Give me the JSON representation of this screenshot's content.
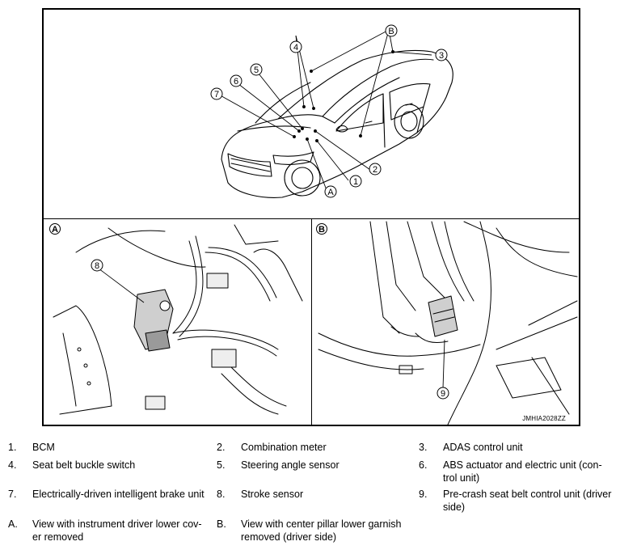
{
  "figure": {
    "code": "JMHIA2028ZZ",
    "panel_a_label": "A",
    "panel_b_label": "B",
    "callouts": {
      "one": "1",
      "two": "2",
      "three": "3",
      "four": "4",
      "five": "5",
      "six": "6",
      "seven": "7",
      "eight": "8",
      "nine": "9",
      "a": "A",
      "b": "B"
    }
  },
  "legend": [
    {
      "num": "1.",
      "text": "BCM"
    },
    {
      "num": "2.",
      "text": "Combination meter"
    },
    {
      "num": "3.",
      "text": "ADAS control unit"
    },
    {
      "num": "4.",
      "text": "Seat belt buckle switch"
    },
    {
      "num": "5.",
      "text": "Steering angle sensor"
    },
    {
      "num": "6.",
      "text": "ABS actuator and electric unit (con-",
      "text2": "trol unit)"
    },
    {
      "num": "7.",
      "text": "Electrically-driven intelligent brake unit"
    },
    {
      "num": "8.",
      "text": "Stroke sensor"
    },
    {
      "num": "9.",
      "text": "Pre-crash seat belt control unit (driver",
      "text2": "side)"
    },
    {
      "num": "A.",
      "text": "View with instrument driver lower cov-",
      "text2": "er removed"
    },
    {
      "num": "B.",
      "text": "View with center pillar lower garnish",
      "text2": "removed (driver side)"
    }
  ]
}
